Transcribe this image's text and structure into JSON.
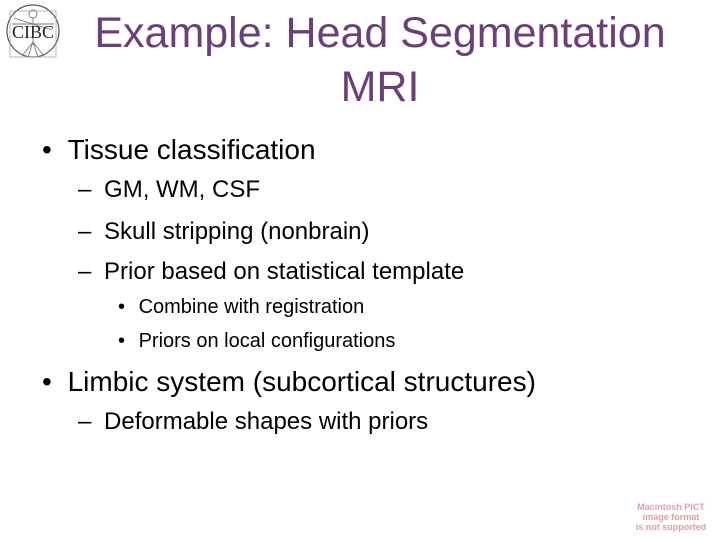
{
  "slide": {
    "logo_text": "CIBC",
    "title_line1": "Example: Head Segmentation",
    "title_line2": "MRI",
    "title_color": "#6b3f79",
    "items": [
      {
        "marker": "•",
        "text": "Tissue classification"
      },
      {
        "marker": "–",
        "text": "GM, WM, CSF"
      },
      {
        "marker": "–",
        "text": "Skull stripping (nonbrain)"
      },
      {
        "marker": "–",
        "text": "Prior based on statistical template"
      },
      {
        "marker": "•",
        "text": "Combine with registration"
      },
      {
        "marker": "•",
        "text": "Priors on local configurations"
      },
      {
        "marker": "•",
        "text": "Limbic system (subcortical structures)"
      },
      {
        "marker": "–",
        "text": "Deformable shapes with priors"
      }
    ],
    "pict_notice": [
      "Macintosh PICT",
      "image format",
      "is not supported"
    ]
  }
}
